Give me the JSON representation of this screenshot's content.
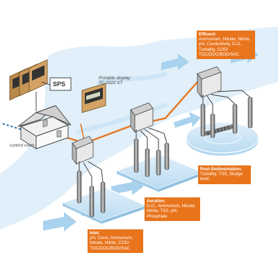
{
  "labels": {
    "sps": "SPS",
    "control_room": "control room",
    "portable_display_line1": "Portable display",
    "portable_display_line2": "TC 2020 XT"
  },
  "boxes": {
    "effluent": {
      "header": "Effluent:",
      "body": "Ammonium, Nitrate, Nitrite, pH, Conductivity, D.O., Turbidity, COD/ TOC/DOC/BOD/SAC"
    },
    "post_sedimentation": {
      "header": "Post-Sedimentation:",
      "body": "Turbidity, TSS, Sludge level"
    },
    "aeration": {
      "header": "Aeration:",
      "body": "D.O., Ammonium, Nitrate, Nitrite, TSS, pH, Phosphate"
    },
    "inlet": {
      "header": "Inlet:",
      "body": "pH, Cond, Ammonium, Nitrate, Nitrite, COD/ TOC/DOC/BOD/SAC"
    }
  },
  "colors": {
    "accent_orange": "#e8741c",
    "water_blue": "#d4e9f7",
    "arrow_blue": "#a9d2ee",
    "cable_orange": "#e8741c",
    "cable_dark": "#3a3a3a"
  },
  "icons": [
    "house-icon",
    "controller-icon",
    "sensor-probe-icon",
    "transmitter-icon",
    "clarifier-tank-icon",
    "flow-arrow-icon"
  ]
}
